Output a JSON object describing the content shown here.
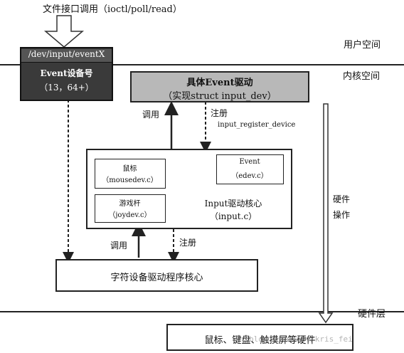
{
  "top_text": "文件接口调用（ioctl/poll/read）",
  "layers": {
    "user_space": "用户空间",
    "kernel_space": "内核空间",
    "hardware_layer": "硬件层"
  },
  "dev_node_box": {
    "path": "/dev/input/eventX",
    "line1": "Event设备号",
    "line2": "（13，64+）"
  },
  "driver_box": {
    "line1": "具体Event驱动",
    "line2": "（实现struct input_dev）"
  },
  "edge_labels": {
    "call_upper": "调用",
    "register_upper": "注册",
    "register_function": "input_register_device",
    "call_lower": "调用",
    "register_lower": "注册",
    "hardware_op_line1": "硬件",
    "hardware_op_line2": "操作"
  },
  "input_core_box": {
    "line1": "Input驱动核心",
    "line2": "（input.c）",
    "handlers": [
      {
        "name": "鼠标",
        "file": "（mousedev.c）"
      },
      {
        "name": "Event",
        "file": "（edev.c）"
      },
      {
        "name": "游戏杆",
        "file": "（joydev.c）"
      }
    ]
  },
  "char_core_box": {
    "label": "字符设备驱动程序核心"
  },
  "hardware_box": {
    "label": "鼠标、键盘、触摸屏等硬件"
  },
  "watermark": "blog.csdn.net/kris_fei"
}
